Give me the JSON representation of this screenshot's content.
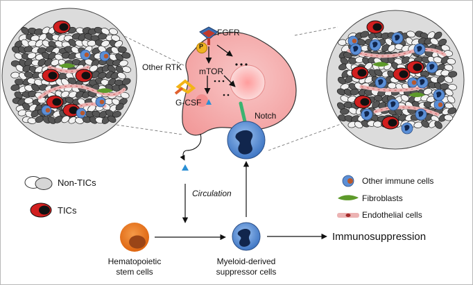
{
  "labels": {
    "fgfr": "FGFR",
    "p": "P",
    "other_rtk": "Other RTK",
    "mtor": "mTOR",
    "gcsf": "G-CSF",
    "notch": "Notch",
    "circulation": "Circulation",
    "hsc_line1": "Hematopoietic",
    "hsc_line2": "stem cells",
    "mdsc_line1": "Myeloid-derived",
    "mdsc_line2": "suppressor cells",
    "immunosuppression": "Immunosuppression"
  },
  "legend_left": [
    {
      "key": "non_tic",
      "label": "Non-TICs"
    },
    {
      "key": "tic",
      "label": "TICs"
    }
  ],
  "legend_right": [
    {
      "key": "immune",
      "label": "Other immune cells"
    },
    {
      "key": "fibro",
      "label": "Fibroblasts"
    },
    {
      "key": "endo",
      "label": "Endothelial cells"
    }
  ],
  "colors": {
    "tic_red": "#d11f1f",
    "cell_gray": "#555555",
    "nontic_white": "#f2f2f2",
    "tumor_pink": "#f4a3a3",
    "mdsc_blue": "#5b8fd6",
    "hsc_orange": "#e9761f",
    "fibro_green": "#5d9a2a",
    "endo_pink": "#ecb3b3",
    "notch_green": "#3cb371",
    "fgfr_red": "#c0392b",
    "fgfr_blue": "#3a6fb5",
    "p_yellow": "#f0b323",
    "gcsf_yellow": "#f2b417"
  }
}
